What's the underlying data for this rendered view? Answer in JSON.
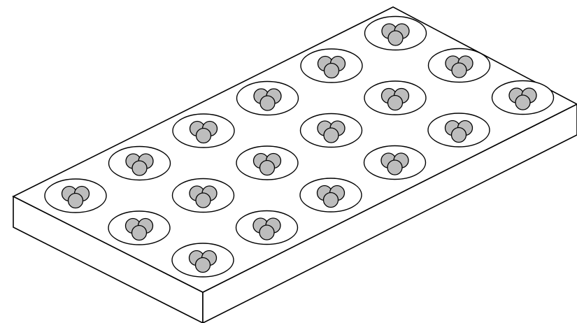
{
  "diagram": {
    "subject": "tray",
    "colors": {
      "stroke": "#000000",
      "surface": "#ffffff",
      "ball": "#bdbdbd"
    },
    "grid": {
      "rows": 3,
      "columns": 6,
      "balls_per_well": 3
    }
  }
}
